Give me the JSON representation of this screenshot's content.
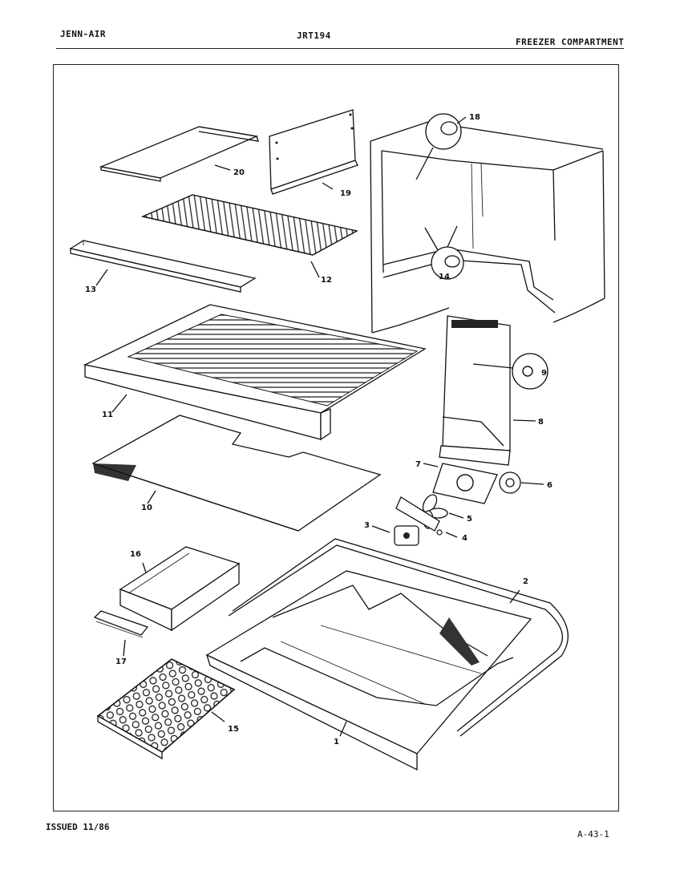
{
  "header": {
    "brand": "JENN-AIR",
    "model": "JRT194",
    "section": "FREEZER COMPARTMENT"
  },
  "footer": {
    "issued": "ISSUED 11/86",
    "page_code": "A-43-1"
  },
  "callouts": [
    "1",
    "2",
    "3",
    "4",
    "5",
    "6",
    "7",
    "8",
    "9",
    "10",
    "11",
    "12",
    "13",
    "14",
    "15",
    "16",
    "17",
    "18",
    "19",
    "20"
  ]
}
